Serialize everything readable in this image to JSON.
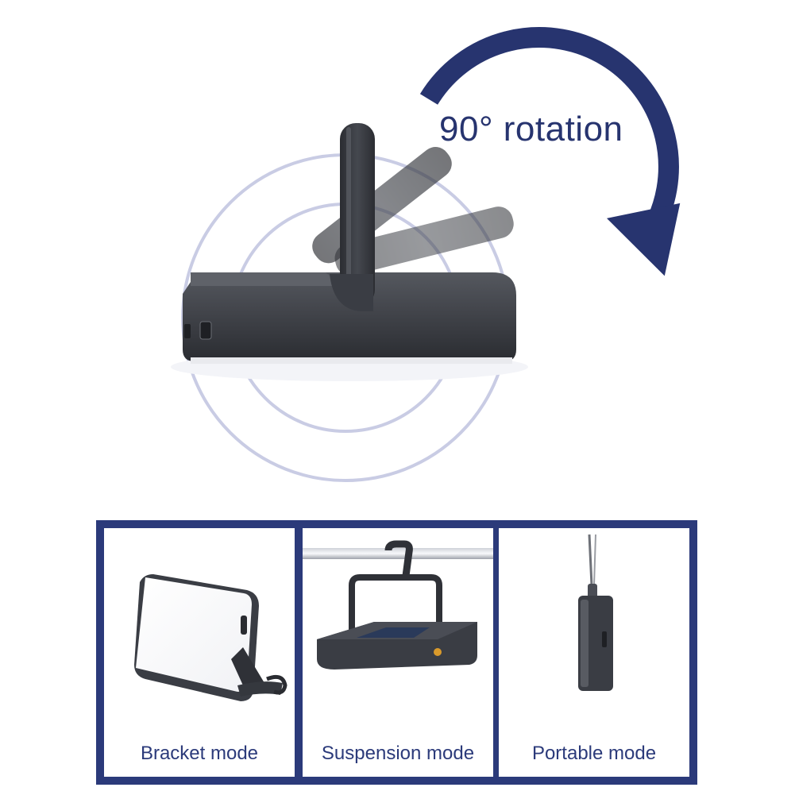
{
  "hero": {
    "rotation_label": "90° rotation",
    "arrow_color": "#27346f",
    "ring_color": "#c9cce4",
    "device_color": "#3a3d44",
    "handle_icon": "rotating-handle-icon"
  },
  "modes": {
    "frame_color": "#2b3a7a",
    "items": [
      {
        "label": "Bracket mode",
        "icon": "bracket-mode-image"
      },
      {
        "label": "Suspension mode",
        "icon": "suspension-mode-image"
      },
      {
        "label": "Portable mode",
        "icon": "portable-mode-image"
      }
    ]
  }
}
